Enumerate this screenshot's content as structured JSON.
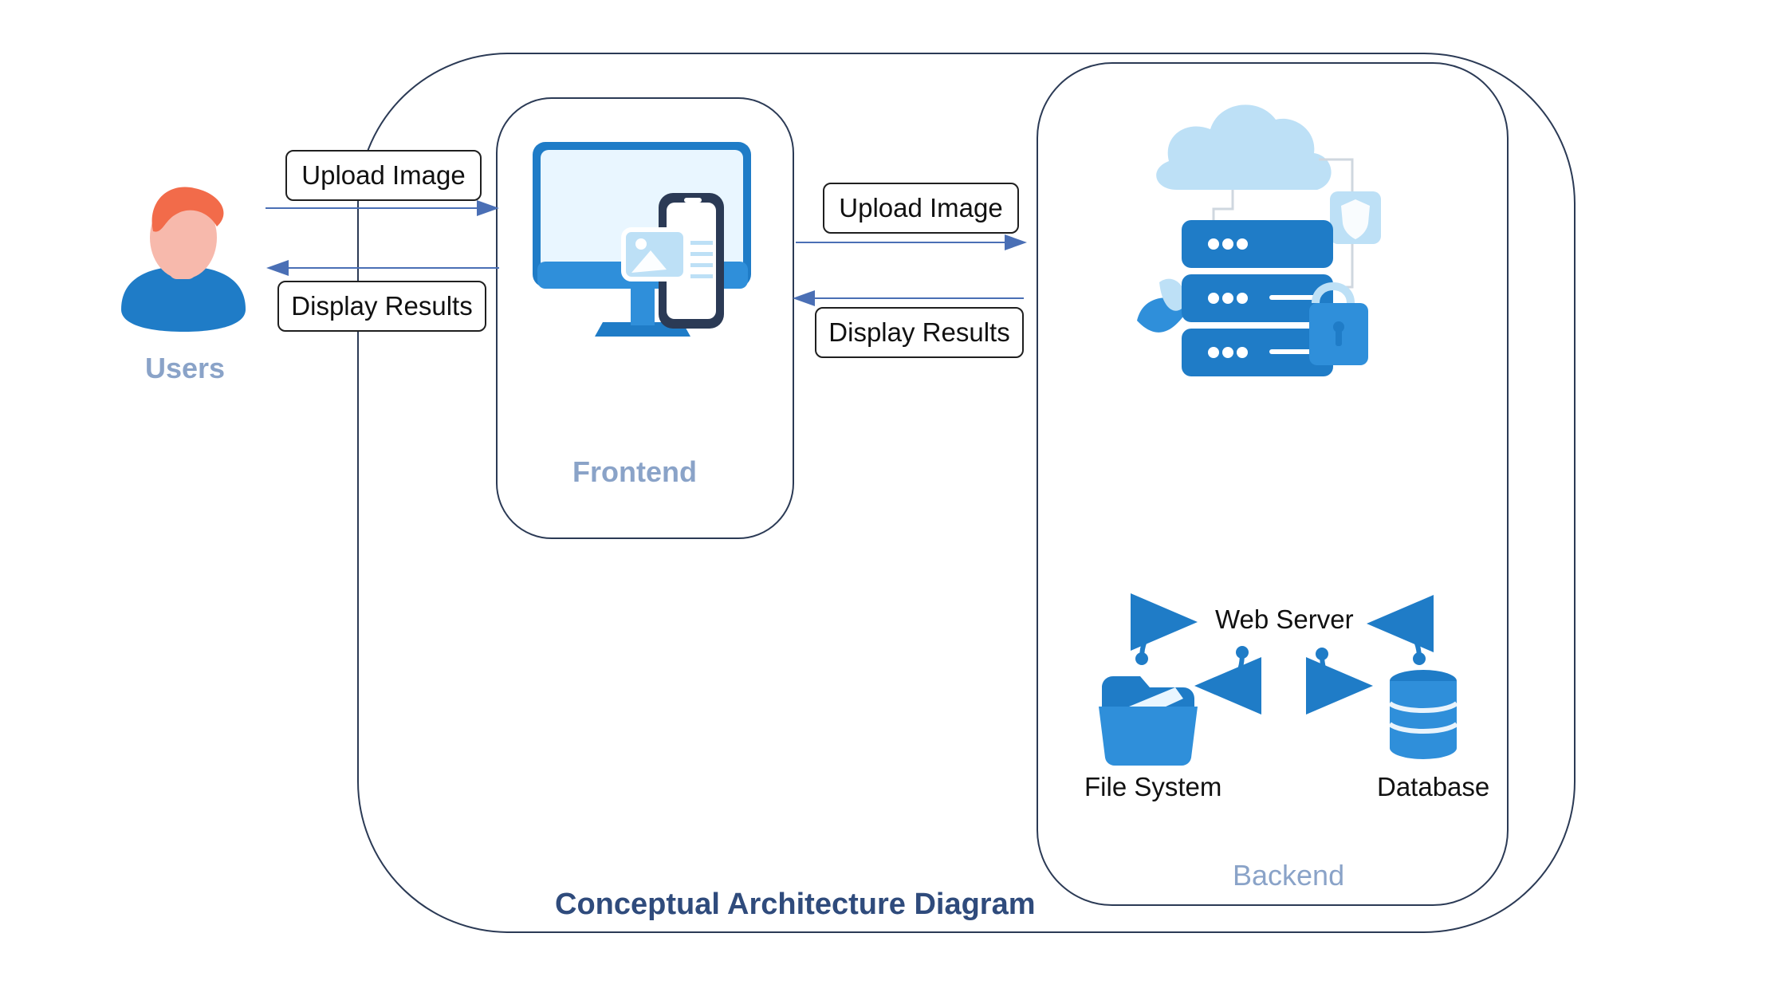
{
  "diagram": {
    "title": "Conceptual Architecture Diagram",
    "users": {
      "label": "Users"
    },
    "frontend": {
      "label": "Frontend"
    },
    "backend": {
      "label": "Backend",
      "web_server": "Web Server",
      "file_system": "File System",
      "database": "Database"
    },
    "edges": {
      "user_to_frontend": "Upload Image",
      "frontend_to_user": "Display Results",
      "frontend_to_backend": "Upload Image",
      "backend_to_frontend": "Display Results"
    },
    "colors": {
      "outline": "#2b3a55",
      "arrow": "#4a6fb5",
      "label_muted": "#8aa3c8",
      "title": "#2f4b7c",
      "blue_dark": "#1f7cc7",
      "blue_mid": "#2f8fda",
      "blue_light": "#bde0f6",
      "user_hair": "#f26b4a",
      "user_skin": "#f7b9ac"
    }
  }
}
